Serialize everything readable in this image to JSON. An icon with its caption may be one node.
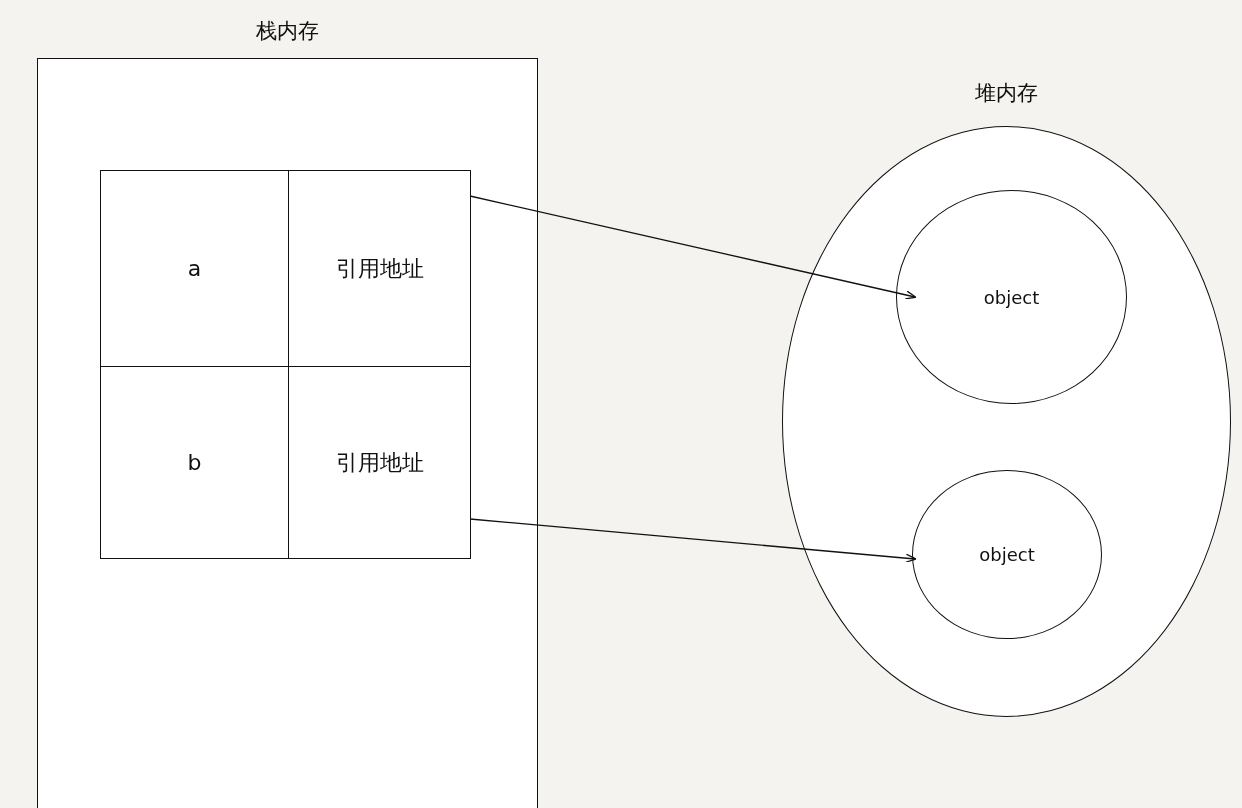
{
  "diagram": {
    "nodes": [
      {
        "text": [
          "栈内存"
        ]
      },
      {
        "text": [
          "a"
        ],
        "in": 0
      },
      {
        "text": [
          "引用地址"
        ],
        "in": 0
      },
      {
        "text": [
          "b"
        ],
        "in": 0
      },
      {
        "text": [
          "引用地址"
        ],
        "in": 0
      },
      {
        "text": [
          "堆内存"
        ]
      },
      {
        "text": [
          "object"
        ],
        "in": 5
      },
      {
        "text": [
          "object"
        ],
        "in": 5
      }
    ],
    "edges": [
      {
        "from": 2,
        "to": 6,
        "arrow": "to"
      },
      {
        "from": 4,
        "to": 7,
        "arrow": "to"
      }
    ]
  }
}
